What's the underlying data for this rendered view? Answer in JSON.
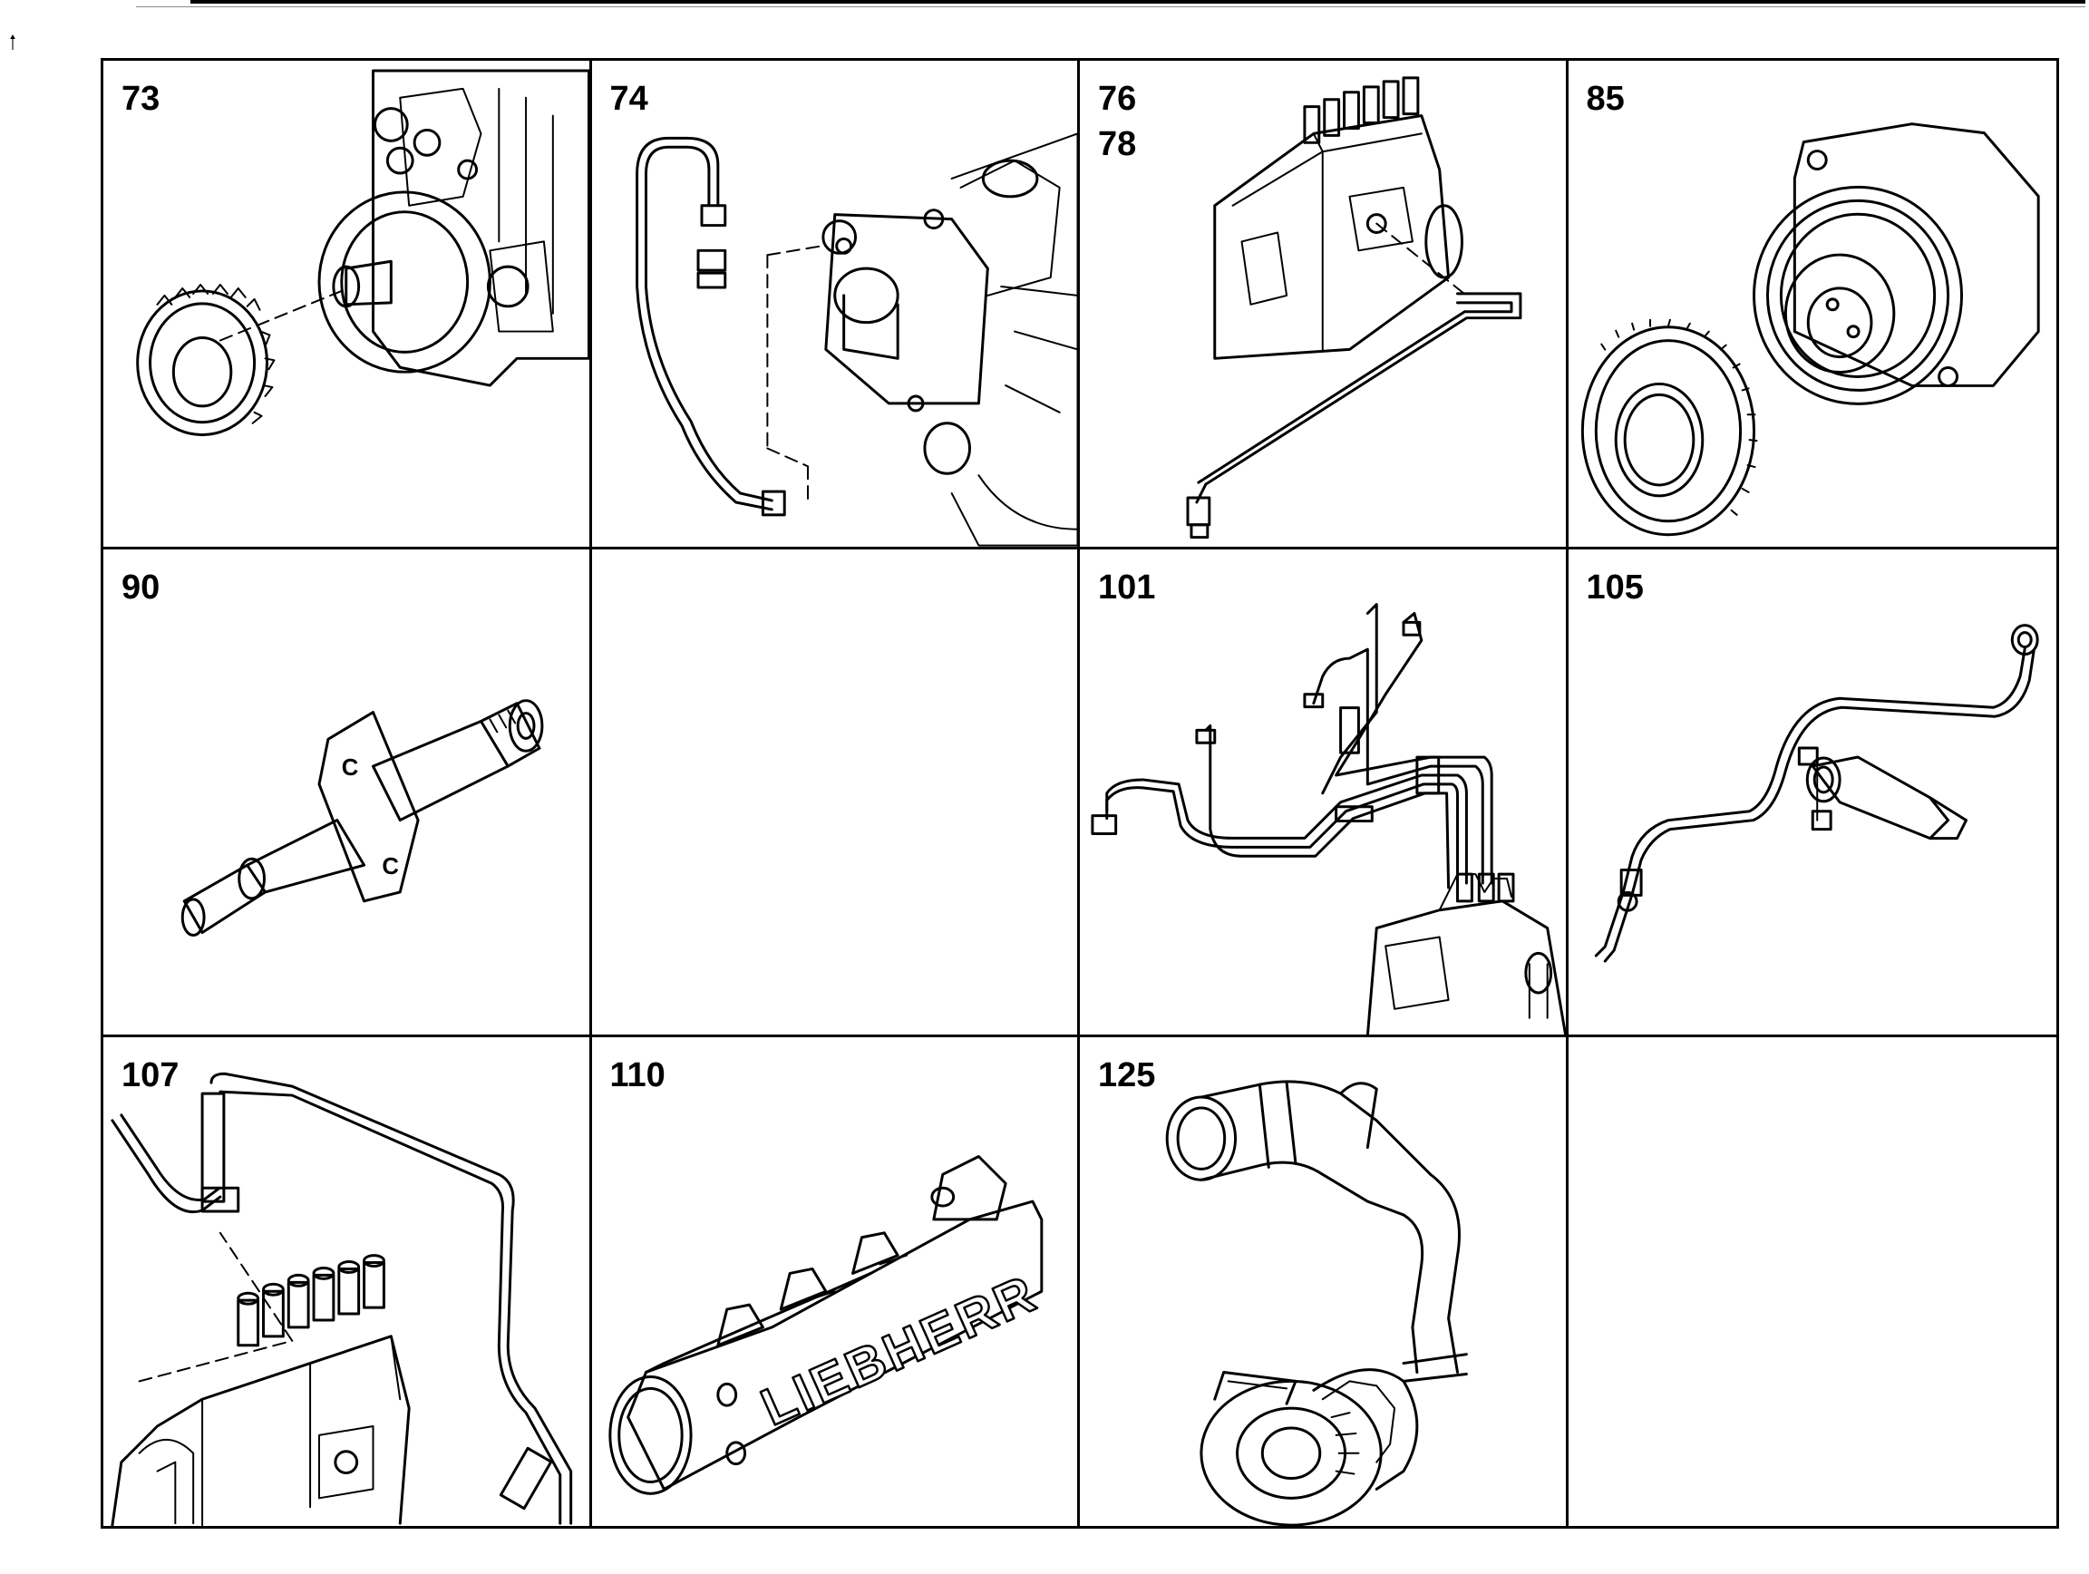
{
  "grid": {
    "cells": [
      {
        "labels": [
          "73"
        ],
        "part": "injection-pump-drive-gear"
      },
      {
        "labels": [
          "74"
        ],
        "part": "pump-oil-line"
      },
      {
        "labels": [
          "76",
          "78"
        ],
        "part": "injection-pump-with-line"
      },
      {
        "labels": [
          "85"
        ],
        "part": "pulley-and-gear"
      },
      {
        "labels": [
          "90"
        ],
        "part": "injector-nozzle"
      },
      {
        "labels": [],
        "part": "empty"
      },
      {
        "labels": [
          "101"
        ],
        "part": "injection-lines"
      },
      {
        "labels": [
          "105"
        ],
        "part": "leak-off-line"
      },
      {
        "labels": [
          "107"
        ],
        "part": "fuel-line-to-pump"
      },
      {
        "labels": [
          "110"
        ],
        "part": "intake-manifold"
      },
      {
        "labels": [
          "125"
        ],
        "part": "turbocharger-hose"
      },
      {
        "labels": [],
        "part": "empty"
      }
    ]
  },
  "manifold_lettering": "LIEBHERR"
}
